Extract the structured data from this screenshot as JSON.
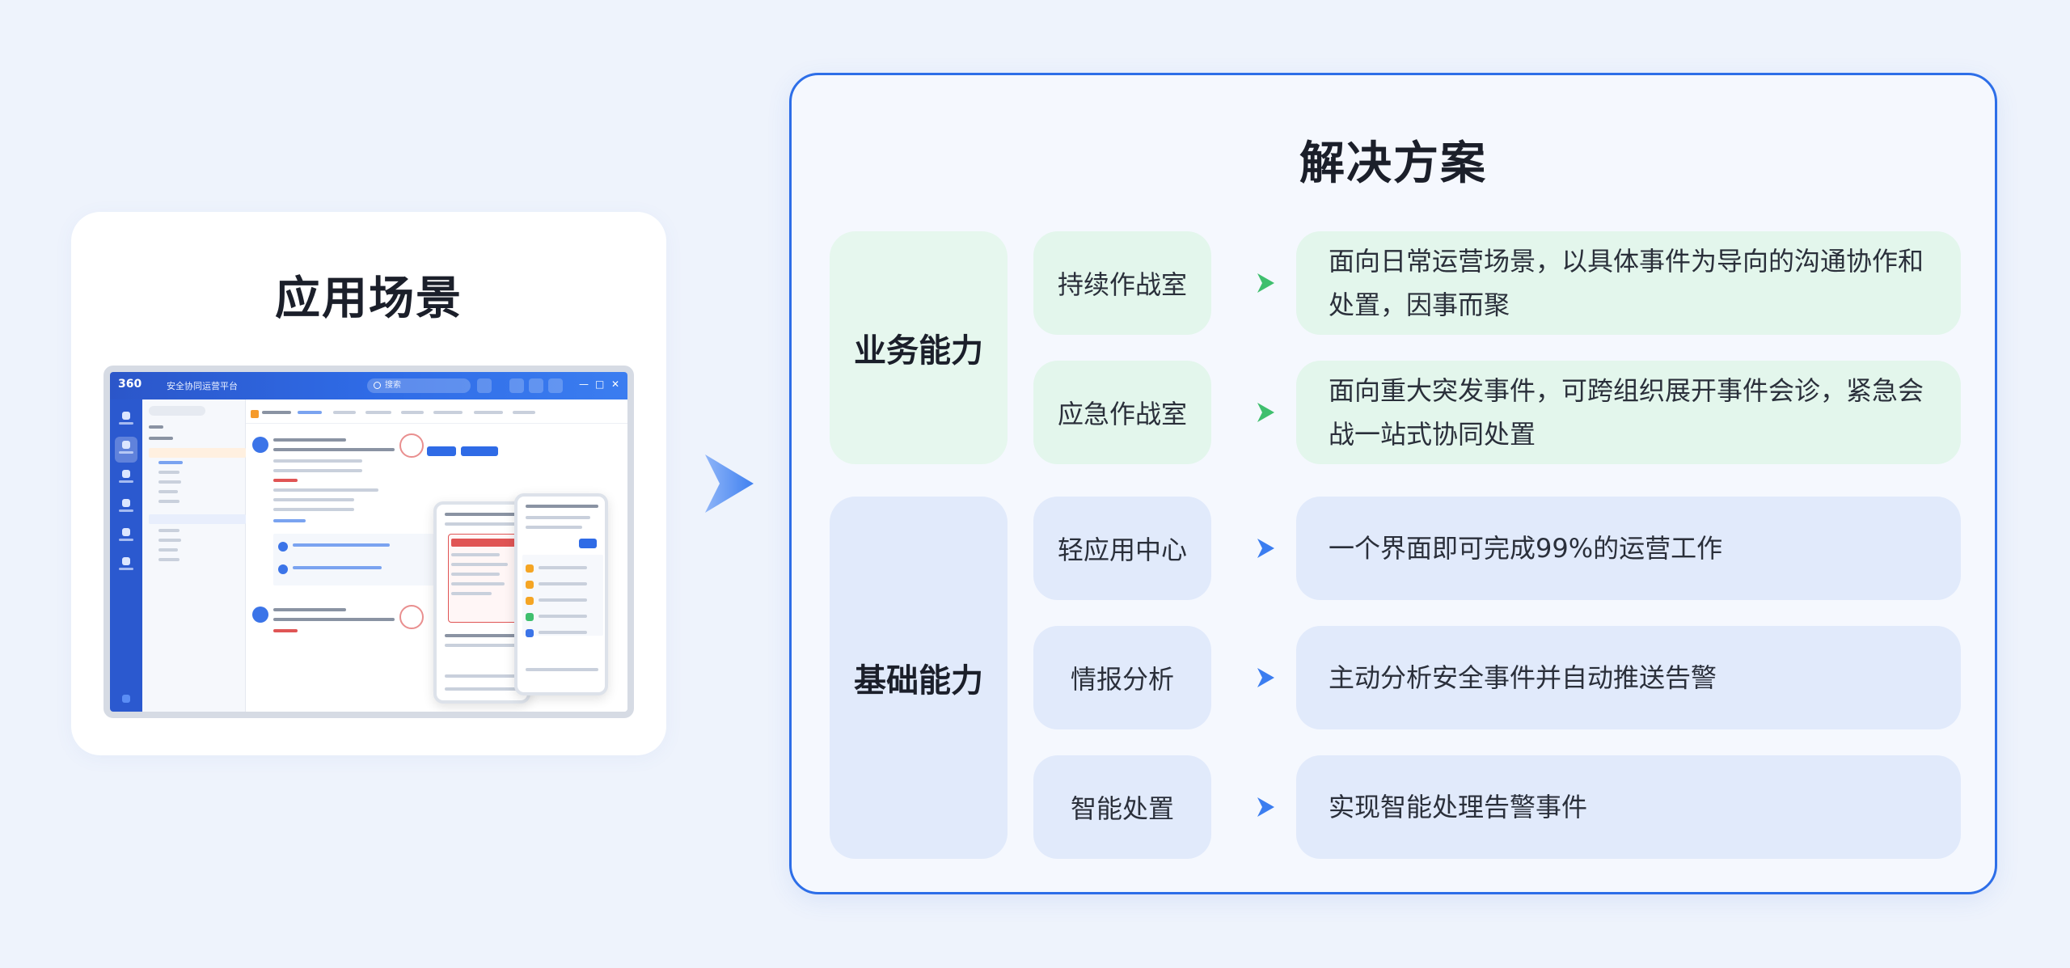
{
  "scene": {
    "title": "应用场景",
    "screenshot": {
      "logo": "360",
      "app_name": "安全协同运营平台",
      "search_placeholder": "搜索"
    }
  },
  "solution": {
    "title": "解决方案",
    "groups": [
      {
        "label": "业务能力",
        "color": "#e6f7ee",
        "arrow_color": "#3fbf6e",
        "rows": [
          {
            "capability": "持续作战室",
            "description": "面向日常运营场景，以具体事件为导向的沟通协作和处置，因事而聚"
          },
          {
            "capability": "应急作战室",
            "description": "面向重大突发事件，可跨组织展开事件会诊，紧急会战一站式协同处置"
          }
        ]
      },
      {
        "label": "基础能力",
        "color": "#e1eafb",
        "arrow_color": "#3b7df0",
        "rows": [
          {
            "capability": "轻应用中心",
            "description": "一个界面即可完成99%的运营工作"
          },
          {
            "capability": "情报分析",
            "description": "主动分析安全事件并自动推送告警"
          },
          {
            "capability": "智能处置",
            "description": "实现智能处理告警事件"
          }
        ]
      }
    ]
  },
  "colors": {
    "accent": "#2d6ee8",
    "panel_bg": "#f5f8fe",
    "page_bg": "#eef3fc"
  }
}
